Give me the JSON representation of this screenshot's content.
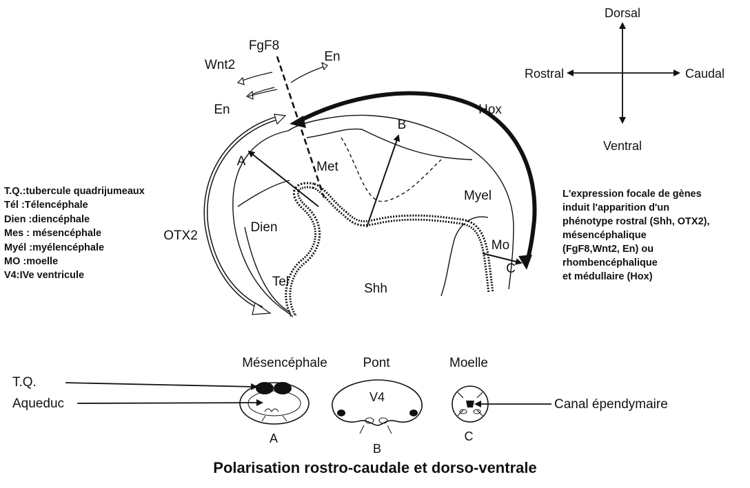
{
  "axes": {
    "dorsal": "Dorsal",
    "ventral": "Ventral",
    "rostral": "Rostral",
    "caudal": "Caudal"
  },
  "signals": {
    "fgf8": "FgF8",
    "wnt2": "Wnt2",
    "en_right": "En",
    "en_left": "En",
    "hox": "Hox",
    "otx2": "OTX2",
    "shh": "Shh"
  },
  "regions": {
    "met": "Met",
    "myel": "Myel",
    "dien": "Dien",
    "tel": "Tel",
    "mo": "Mo"
  },
  "section_letters": {
    "a_top": "A",
    "b_top": "B",
    "c_top": "C",
    "a_bottom": "A",
    "b_bottom": "B",
    "c_bottom": "C"
  },
  "legend": [
    "T.Q.:tubercule quadrijumeaux",
    "Tél :Télencéphale",
    "Dien :diencéphale",
    "Mes : mésencéphale",
    "Myél :myélencéphale",
    "MO :moelle",
    "V4:IVe ventricule"
  ],
  "note": [
    "L'expression focale de gènes",
    "induit l'apparition d'un",
    "phénotype rostral (Shh, OTX2),",
    "mésencéphalique",
    "(FgF8,Wnt2, En) ou",
    "rhombencéphalique",
    "et médullaire (Hox)"
  ],
  "sections": {
    "mesencephale": "Mésencéphale",
    "pont": "Pont",
    "moelle": "Moelle",
    "tq": "T.Q.",
    "aqueduc": "Aqueduc",
    "v4": "V4",
    "canal": "Canal épendymaire"
  },
  "caption": "Polarisation rostro-caudale et dorso-ventrale"
}
